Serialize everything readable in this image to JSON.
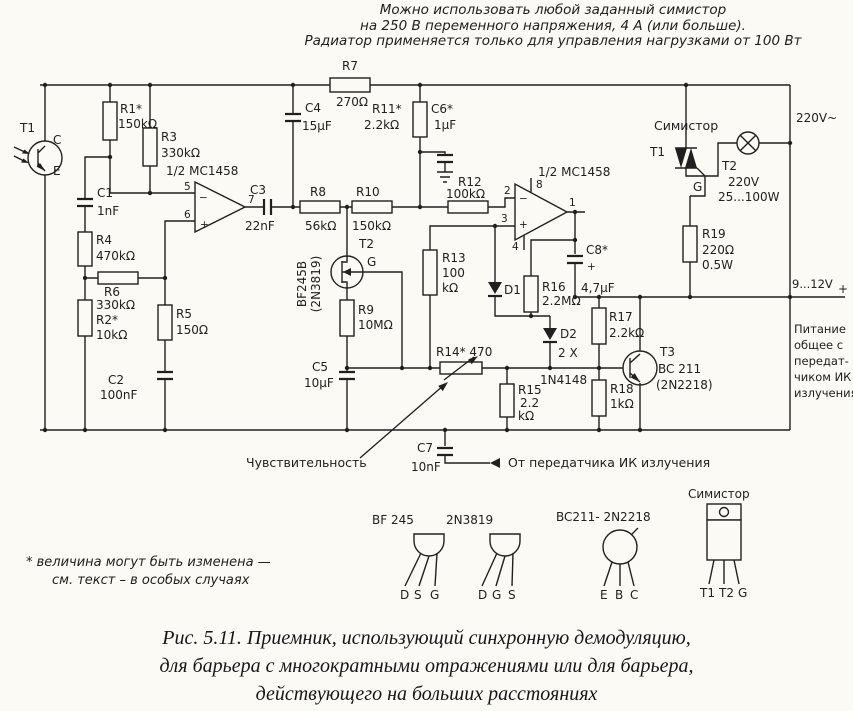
{
  "colors": {
    "ink": "#20201e",
    "paper": "#fbfaf5"
  },
  "top_note": {
    "line1": "Можно использовать любой заданный симистор",
    "line2": "на 250 В переменного напряжения, 4 А (или больше).",
    "line3": "Радиатор применяется только для управления нагрузками от 100 Вт"
  },
  "schematic": {
    "t1": {
      "ref": "T1",
      "c": "C",
      "e": "E"
    },
    "r1": {
      "ref": "R1*",
      "value": "150kΩ"
    },
    "r2": {
      "ref": "R2*",
      "value": "10kΩ"
    },
    "r3": {
      "ref": "R3",
      "value": "330kΩ"
    },
    "r4": {
      "ref": "R4",
      "value": "470kΩ"
    },
    "r5": {
      "ref": "R5",
      "value": "150Ω"
    },
    "r6": {
      "ref": "R6",
      "value": "330kΩ"
    },
    "r7": {
      "ref": "R7",
      "value": "270Ω"
    },
    "r8": {
      "ref": "R8",
      "value": "56kΩ"
    },
    "r9": {
      "ref": "R9",
      "value": "10MΩ"
    },
    "r10": {
      "ref": "R10",
      "value": "150kΩ"
    },
    "r11": {
      "ref": "R11*",
      "value": "2.2kΩ"
    },
    "r12": {
      "ref": "R12",
      "value": "100kΩ"
    },
    "r13": {
      "ref": "R13",
      "value1": "100",
      "value2": "kΩ"
    },
    "r14": {
      "ref": "R14* 470"
    },
    "r15": {
      "ref": "R15",
      "value1": "2.2",
      "value2": "kΩ"
    },
    "r16": {
      "ref": "R16",
      "value": "2.2MΩ"
    },
    "r17": {
      "ref": "R17",
      "value": "2.2kΩ"
    },
    "r18": {
      "ref": "R18",
      "value": "1kΩ"
    },
    "r19": {
      "ref": "R19",
      "value1": "220Ω",
      "value2": "0.5W"
    },
    "c1": {
      "ref": "C1",
      "value": "1nF"
    },
    "c2": {
      "ref": "C2",
      "value": "100nF"
    },
    "c3": {
      "ref": "C3",
      "value": "22nF"
    },
    "c4": {
      "ref": "C4",
      "value": "15μF"
    },
    "c5": {
      "ref": "C5",
      "value": "10μF"
    },
    "c6": {
      "ref": "C6*",
      "value": "1μF"
    },
    "c7": {
      "ref": "C7",
      "value": "10nF"
    },
    "c8": {
      "ref": "C8*",
      "value": "4,7μF",
      "polarity": "+"
    },
    "opamp1": {
      "label": "1/2 MC1458",
      "pin5": "5",
      "pin6": "6",
      "pin7": "7",
      "plus": "+",
      "minus": "−"
    },
    "opamp2": {
      "label": "1/2 MC1458",
      "pin1": "1",
      "pin2": "2",
      "pin3": "3",
      "pin4": "4",
      "pin8": "8",
      "plus": "+",
      "minus": "−"
    },
    "t2": {
      "ref": "T2",
      "name1": "BF245B",
      "name2": "(2N3819)",
      "gate": "G"
    },
    "t3": {
      "ref": "T3",
      "name1": "BC 211",
      "name2": "(2N2218)"
    },
    "d1": "D1",
    "d2": "D2",
    "diodes_qty": "2 X",
    "diodes_type": "1N4148",
    "triac": {
      "title": "Симистор",
      "t1": "T1",
      "t2": "T2",
      "g": "G"
    },
    "lamp": {
      "voltage": "220V",
      "power": "25...100W"
    },
    "mains": "220V~",
    "supply": {
      "range": "9...12V",
      "plus": "+",
      "note1": "Питание",
      "note2": "общее с",
      "note3": "передат-",
      "note4": "чиком ИК",
      "note5": "излучения"
    },
    "sensitivity": "Чувствительность",
    "from_transmitter": "От передатчика ИК излучения"
  },
  "pinouts": {
    "bf245": {
      "title": "BF 245",
      "pins": [
        "D",
        "S",
        "G"
      ]
    },
    "n3819": {
      "title": "2N3819",
      "pins": [
        "D",
        "G",
        "S"
      ]
    },
    "bc211": {
      "title": "BC211- 2N2218",
      "pins": [
        "E",
        "B",
        "C"
      ]
    },
    "triac": {
      "title": "Симистор",
      "pins": [
        "T1",
        "T2",
        "G"
      ]
    }
  },
  "footnote": {
    "line1": "* величина могут быть изменена —",
    "line2": "см. текст – в особых случаях"
  },
  "caption": {
    "line1": "Рис. 5.11. Приемник, использующий синхронную демодуляцию,",
    "line2": "для барьера с многократными отражениями или для барьера,",
    "line3": "действующего на больших расстояниях"
  }
}
